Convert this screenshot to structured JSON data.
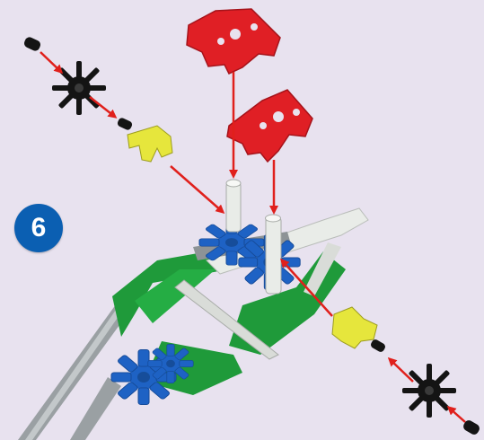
{
  "step": {
    "number": "6"
  },
  "colors": {
    "background": "#e8e2ef",
    "badge": "#0b5fb2",
    "arrow": "#e0201c",
    "red_part": "#e01f25",
    "blue_part": "#1e62c4",
    "green_part": "#1f9a3a",
    "white_part": "#e9ece8",
    "gray_rod": "#9aa0a3",
    "yellow_part": "#e6e63c",
    "black_part": "#141414"
  },
  "parts": [
    "red-corner-connector",
    "blue-hub-connector",
    "green-connector",
    "white-rod",
    "gray-rod",
    "yellow-clip",
    "black-spacer",
    "black-end-cap"
  ]
}
